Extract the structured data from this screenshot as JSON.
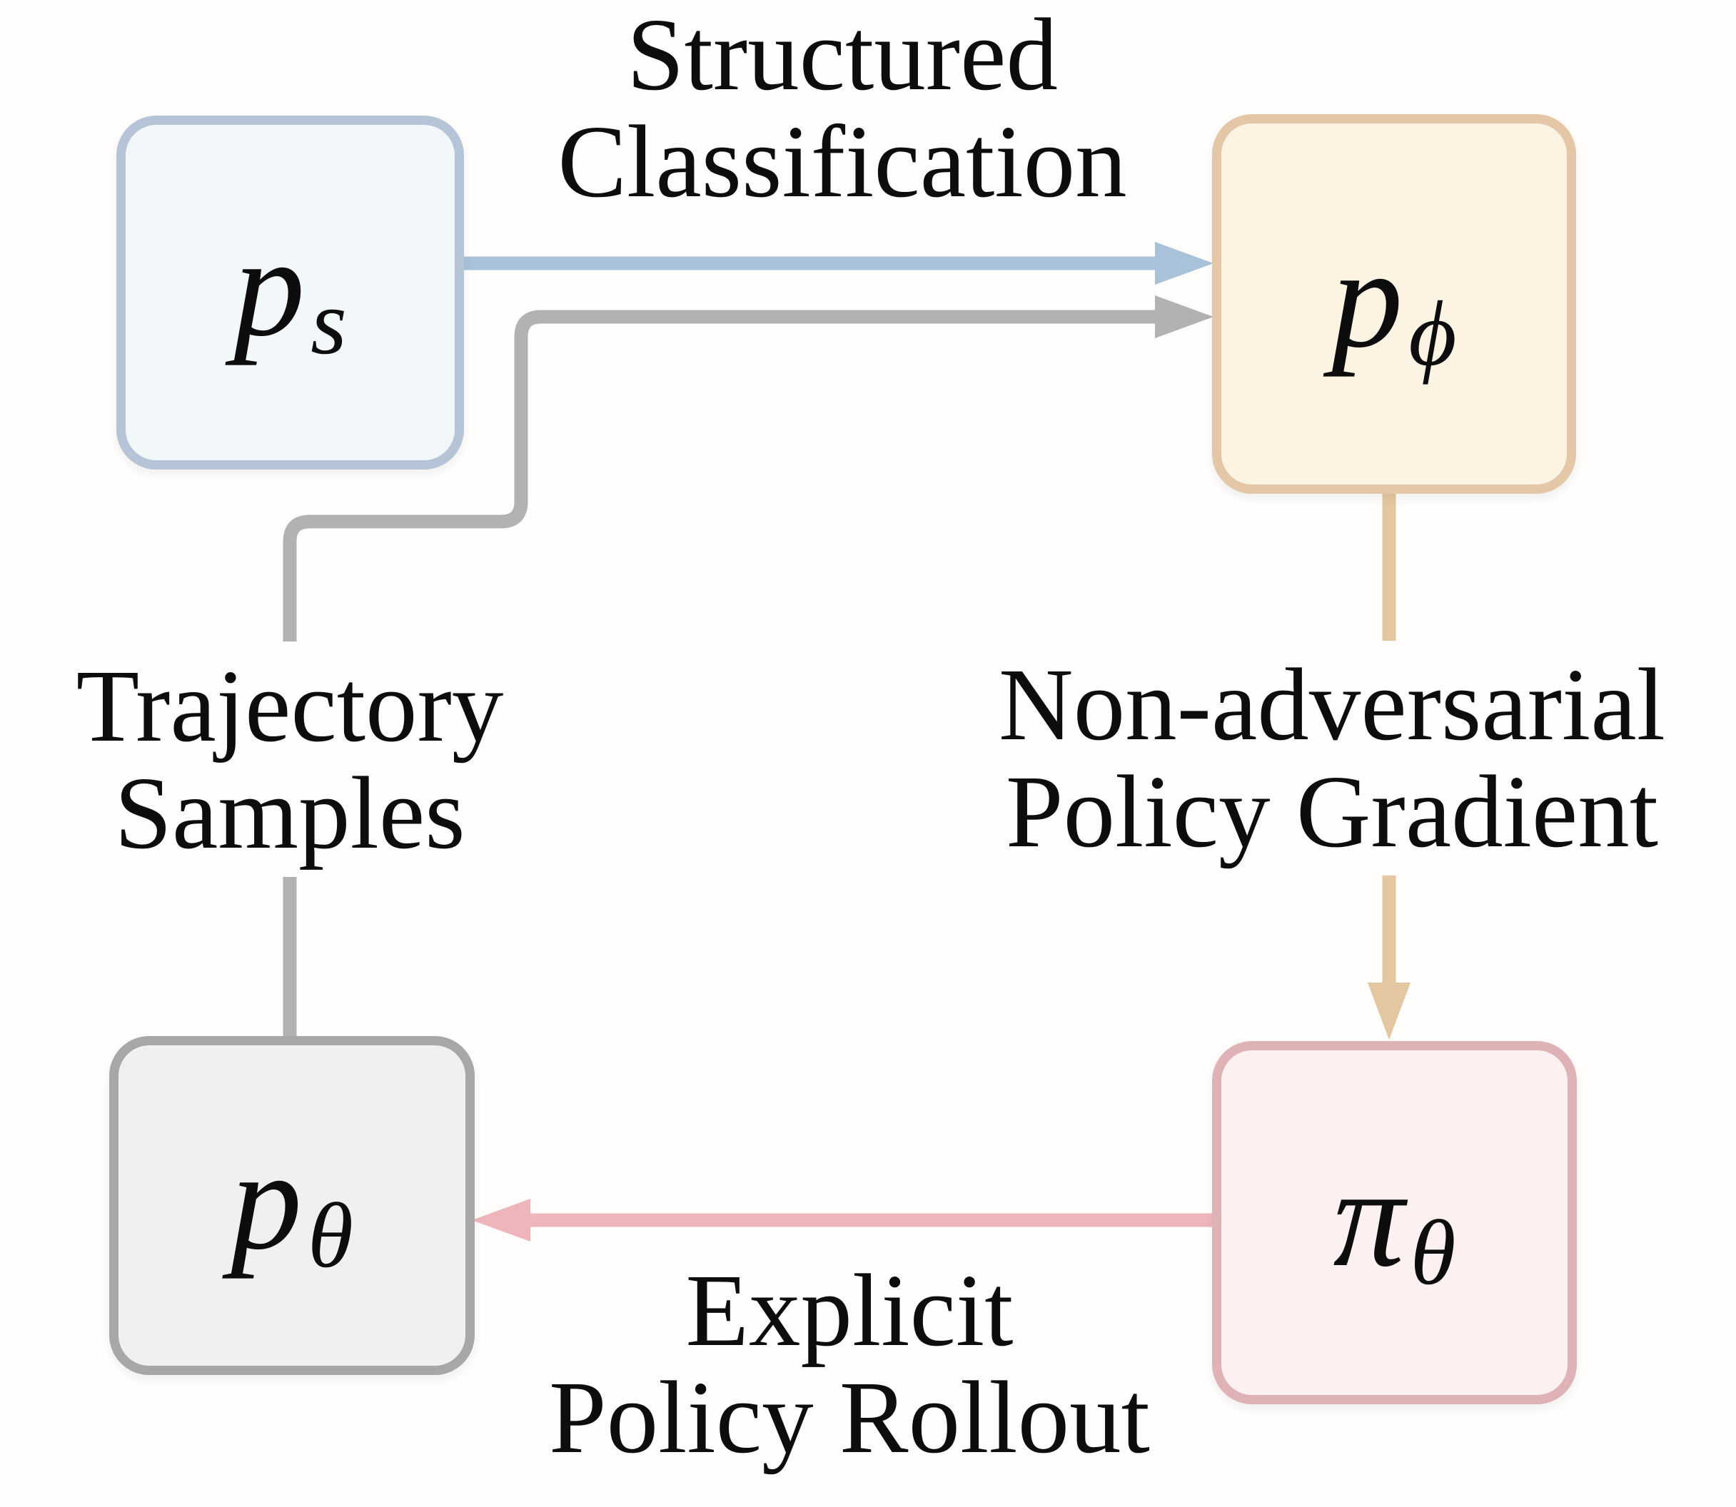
{
  "diagram": {
    "title": "",
    "background_color": "#ffffff",
    "text_color": "#0d0d0d",
    "nodes": [
      {
        "id": "p_s",
        "main": "p",
        "sub": "s",
        "border_color": "#b5c4d7",
        "fill_color": "#f2f7fa"
      },
      {
        "id": "p_phi",
        "main": "p",
        "sub": "ϕ",
        "border_color": "#e3c7a6",
        "fill_color": "#fdf3e3"
      },
      {
        "id": "p_theta",
        "main": "p",
        "sub": "θ",
        "border_color": "#a7a7a7",
        "fill_color": "#f0f0ee"
      },
      {
        "id": "pi_theta",
        "main": "π",
        "sub": "θ",
        "border_color": "#dfb3b6",
        "fill_color": "#fcf0f1"
      }
    ],
    "edges": [
      {
        "id": "structured-classification",
        "from": "p_s",
        "to": "p_phi",
        "label_line1": "Structured",
        "label_line2": "Classification",
        "color": "#a8c2d9"
      },
      {
        "id": "trajectory-samples",
        "from": "p_theta",
        "to": "p_phi",
        "label_line1": "Trajectory",
        "label_line2": "Samples",
        "color": "#b2b2b2"
      },
      {
        "id": "non-adversarial-policy-gradient",
        "from": "p_phi",
        "to": "pi_theta",
        "label_line1": "Non-adversarial",
        "label_line2": "Policy Gradient",
        "color": "#e4c7a0"
      },
      {
        "id": "explicit-policy-rollout",
        "from": "pi_theta",
        "to": "p_theta",
        "label_line1": "Explicit",
        "label_line2": "Policy Rollout",
        "color": "#eeb6bb"
      }
    ]
  }
}
